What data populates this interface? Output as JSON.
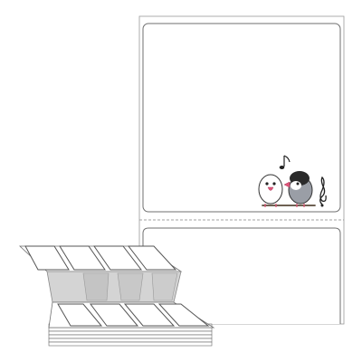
{
  "product": {
    "illustration": "label-product-diagram",
    "label_sheet": {
      "label_count_visible": 2,
      "decoration": [
        "two-birds-icon",
        "music-note-icon",
        "treble-clef-icon"
      ]
    },
    "fanfold_stack": {
      "top_row_labels": 4,
      "bottom_row_labels": 4
    }
  },
  "colors": {
    "outline": "#7a7a7a",
    "perforation": "#a0a0a0",
    "fold_shadow": "#d4d4d4",
    "bird_beak": "#e2557a",
    "bird_gray": "#9a9ea6"
  }
}
